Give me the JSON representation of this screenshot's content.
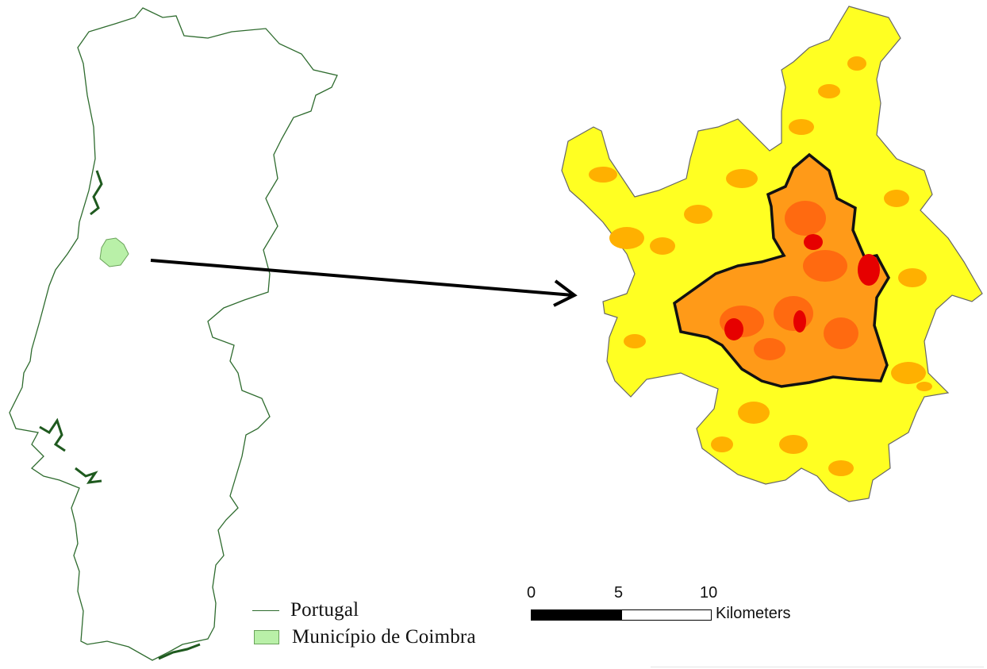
{
  "legend": {
    "portugal_label": "Portugal",
    "coimbra_label": "Município  de Coimbra"
  },
  "scale": {
    "ticks": [
      "0",
      "5",
      "10"
    ],
    "unit": "Kilometers"
  },
  "colors": {
    "border_line": "#2e6b2e",
    "coimbra_fill": "#b9f0a8",
    "density_low": "#ffff22",
    "density_mid": "#ffb000",
    "density_high": "#ff7a10",
    "density_max": "#e60000",
    "city_outline": "#111111"
  },
  "icons": {
    "arrow": "right-arrow-icon"
  }
}
